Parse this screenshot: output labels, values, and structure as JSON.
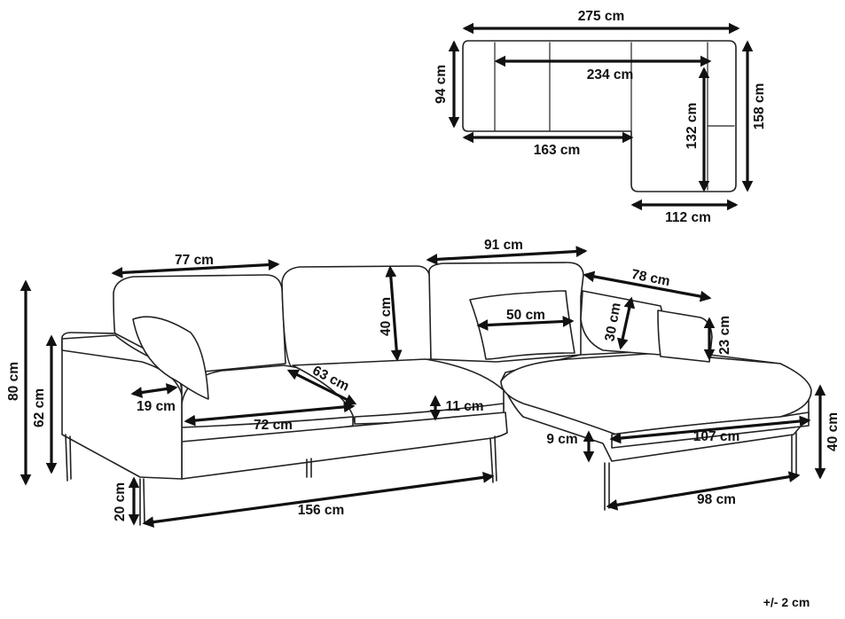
{
  "dimensions": {
    "top_total_width": "275 cm",
    "top_back_depth": "94 cm",
    "top_inner_width": "234 cm",
    "top_sofa_length": "163 cm",
    "top_chaise_inner": "132 cm",
    "top_total_depth": "158 cm",
    "top_chaise_width": "112 cm",
    "cushion_width_left": "77 cm",
    "cushion_width_right": "91 cm",
    "chaise_back_length": "78 cm",
    "back_height": "40 cm",
    "pillow_width": "50 cm",
    "pillow_height": "30 cm",
    "armrest_height": "23 cm",
    "overall_height": "80 cm",
    "arm_height": "62 cm",
    "arm_width": "19 cm",
    "seat_depth": "63 cm",
    "seat_width": "72 cm",
    "seat_thickness": "11 cm",
    "base_height": "9 cm",
    "chaise_length": "107 cm",
    "seat_height": "40 cm",
    "leg_height": "20 cm",
    "sofa_base_length": "156 cm",
    "chaise_base_length": "98 cm"
  },
  "tolerance": "+/- 2 cm"
}
